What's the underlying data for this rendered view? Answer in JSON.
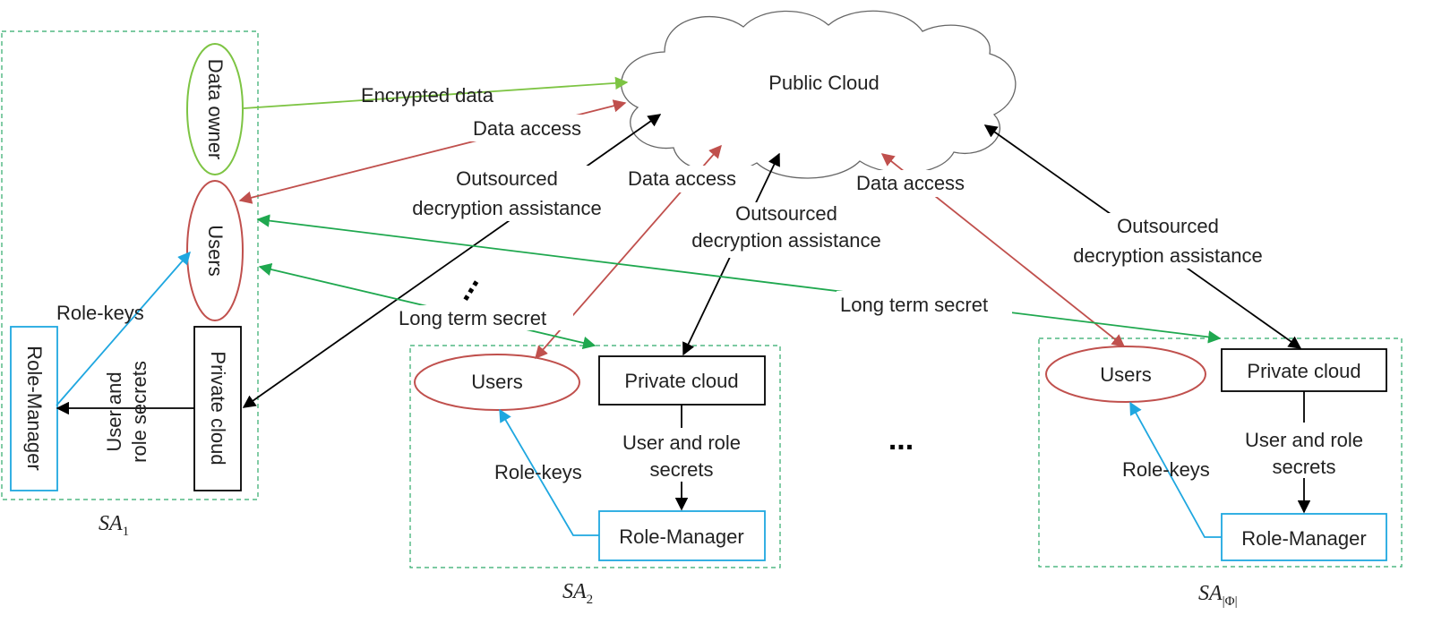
{
  "colors": {
    "green_light": "#7dc443",
    "red": "#c0504d",
    "blue": "#1fa7e0",
    "green": "#1fa84f",
    "black": "#000000",
    "dash_green": "#2faa6a"
  },
  "cloud": {
    "label": "Public Cloud"
  },
  "sa1": {
    "data_owner": "Data owner",
    "users": "Users",
    "private_cloud": "Private cloud",
    "role_manager": "Role-Manager",
    "role_keys": "Role-keys",
    "secrets_line1": "User and",
    "secrets_line2": "role secrets",
    "name": "SA",
    "sub": "1"
  },
  "sa2": {
    "users": "Users",
    "private_cloud": "Private cloud",
    "role_manager": "Role-Manager",
    "role_keys": "Role-keys",
    "secrets_line1": "User and role",
    "secrets_line2": "secrets",
    "name": "SA",
    "sub": "2"
  },
  "sa3": {
    "users": "Users",
    "private_cloud": "Private cloud",
    "role_manager": "Role-Manager",
    "role_keys": "Role-keys",
    "secrets_line1": "User and role",
    "secrets_line2": "secrets",
    "name": "SA",
    "sub": "|Φ|"
  },
  "edges": {
    "encrypted_data": "Encrypted data",
    "data_access_1": "Data access",
    "data_access_2": "Data access",
    "data_access_3": "Data access",
    "outsourced_1_line1": "Outsourced",
    "outsourced_1_line2": "decryption assistance",
    "outsourced_2_line1": "Outsourced",
    "outsourced_2_line2": "decryption assistance",
    "outsourced_3_line1": "Outsourced",
    "outsourced_3_line2": "decryption assistance",
    "long_term_1": "Long term secret",
    "long_term_2": "Long term secret"
  },
  "ellipsis": "..."
}
